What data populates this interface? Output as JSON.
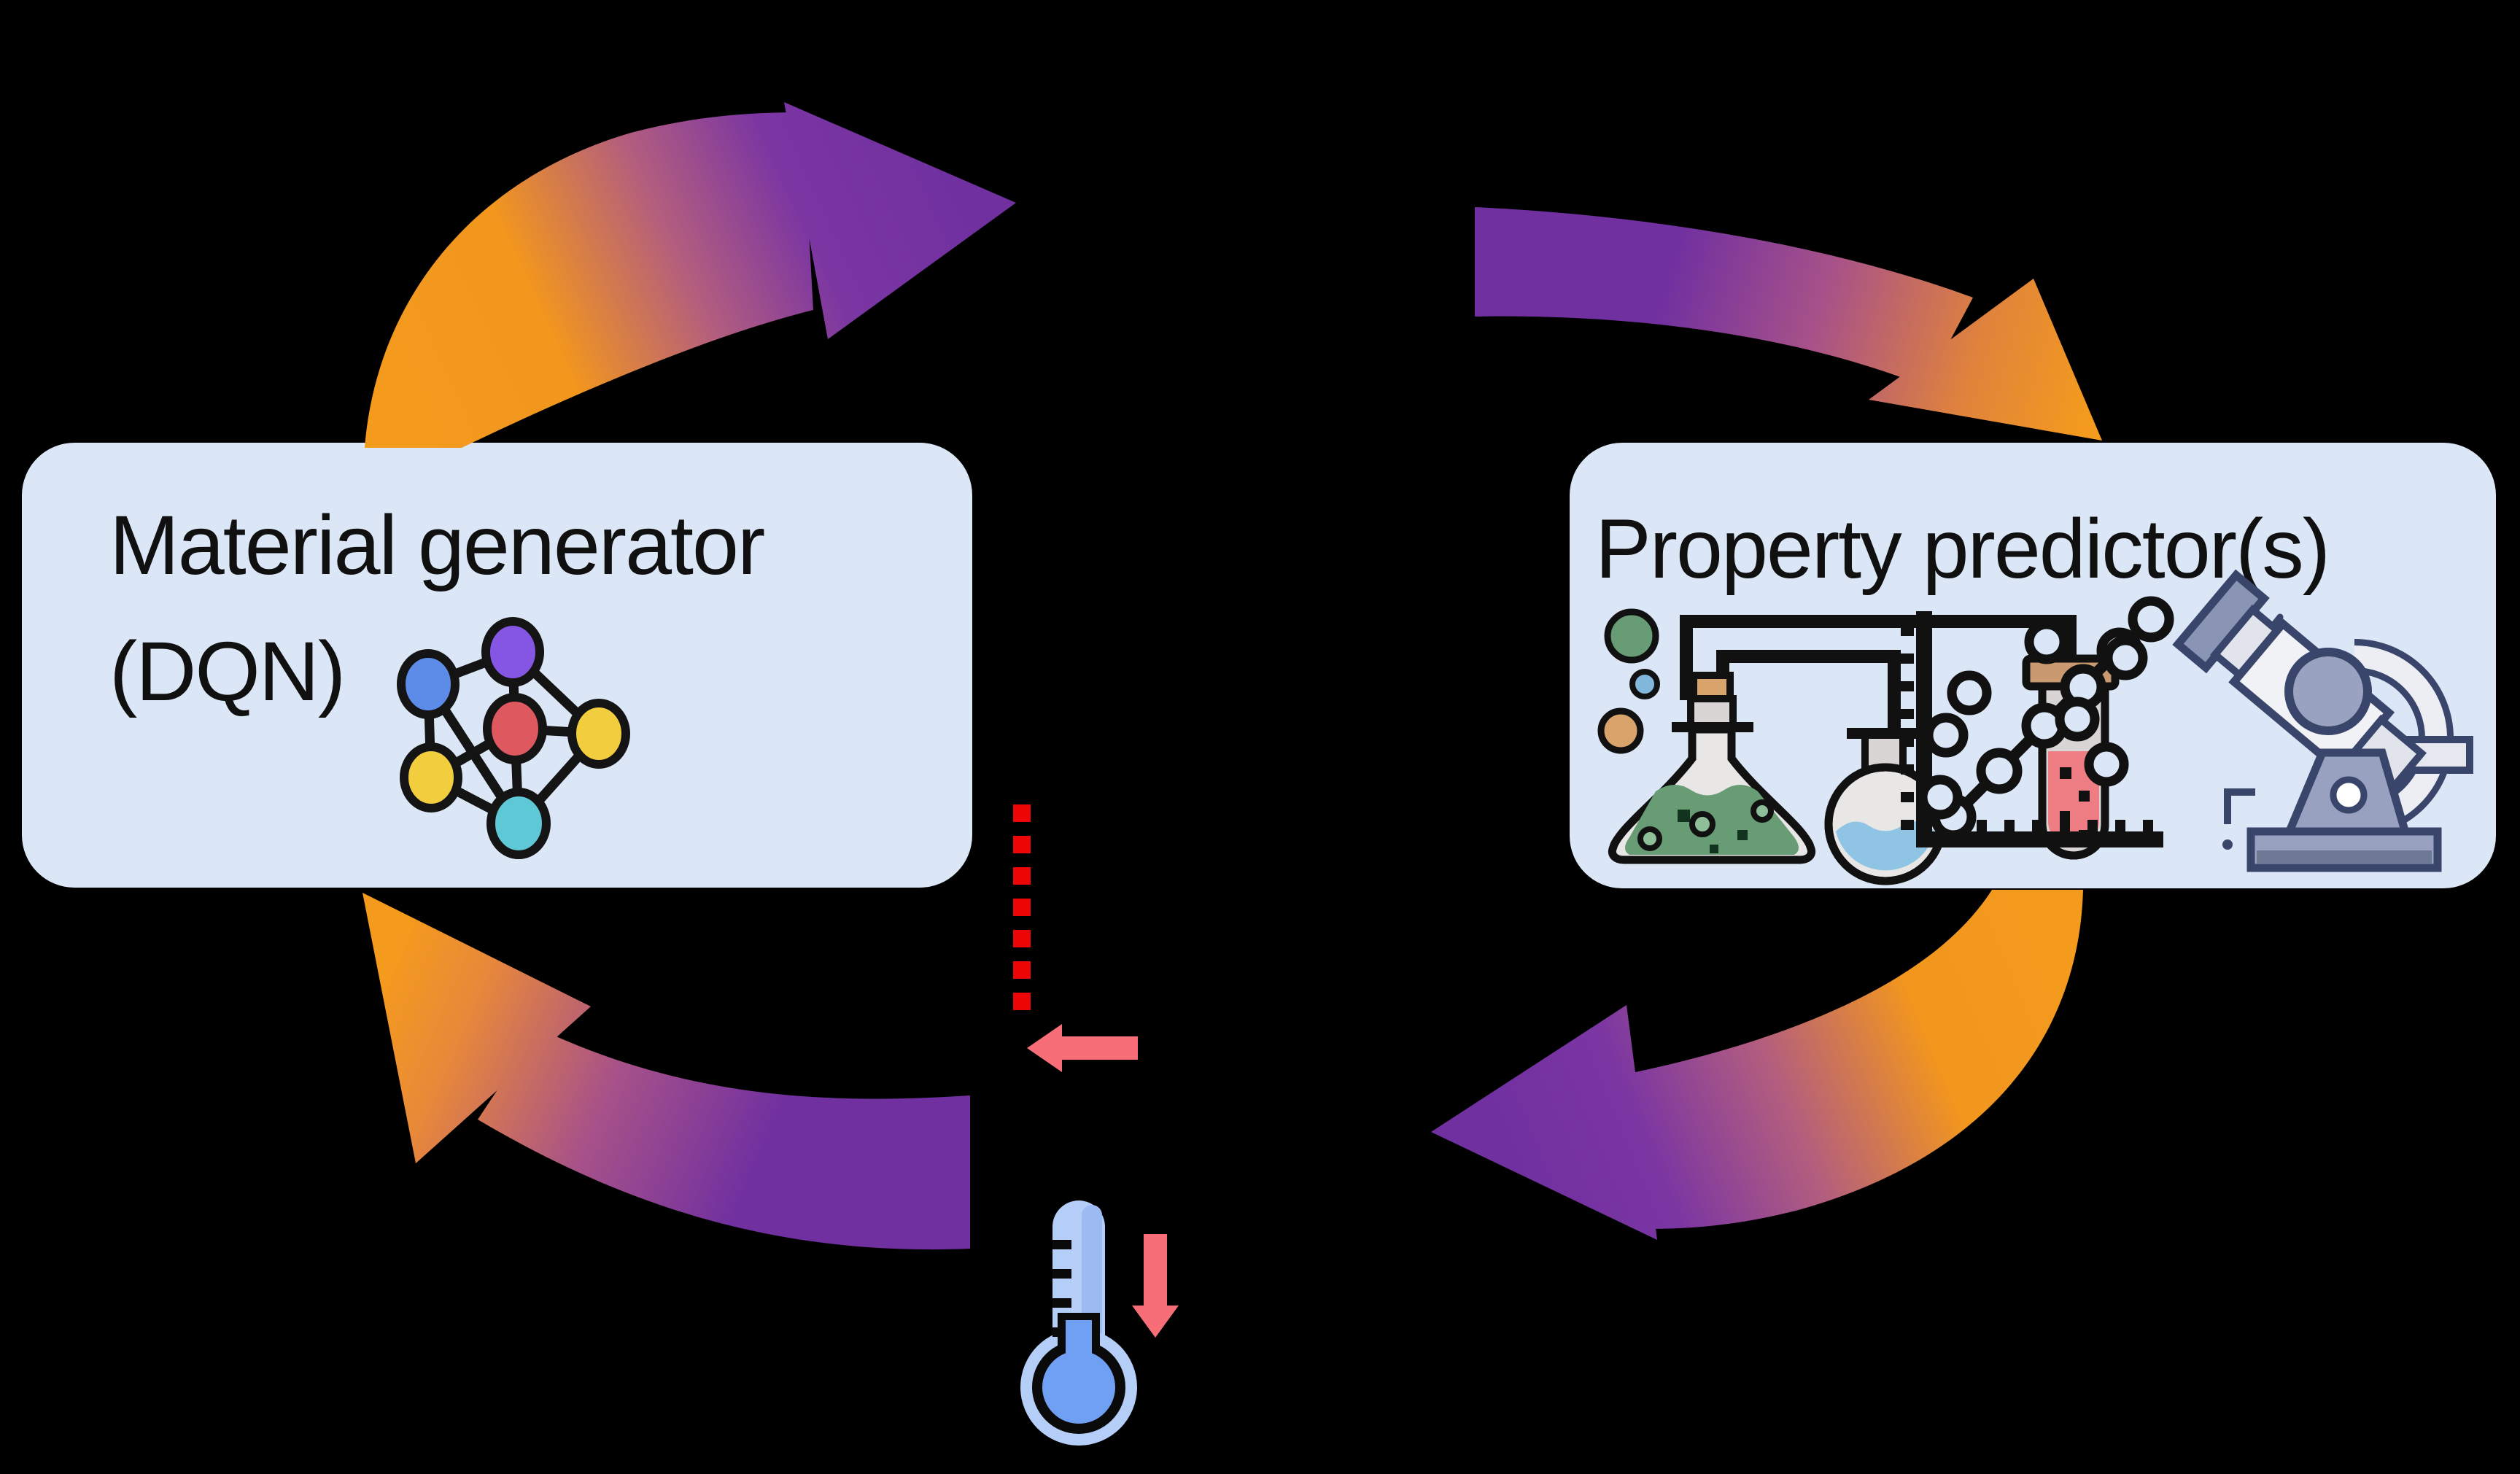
{
  "scene": {
    "background": "#000000",
    "generator_box": {
      "title_line1": "Material generator",
      "title_line2": "(DQN)",
      "fill": "#dbe7f6",
      "text_color": "#101010"
    },
    "predictor_box": {
      "title": "Property predictor(s)",
      "fill": "#dbe7f6",
      "text_color": "#101010"
    },
    "cycle_arrows": {
      "count": 4,
      "gradient_orange": "#F49B1D",
      "gradient_purple": "#7030A0"
    },
    "feedback": {
      "dashed_line_color": "#EE0505",
      "reward_arrow_color": "#F76E79",
      "temperature_arrow_color": "#F76E79"
    },
    "icons": {
      "neural_network_node_colors": [
        "#8456E3",
        "#5D8CE8",
        "#DE5860",
        "#F2CE3E",
        "#F2CE3E",
        "#5FC8D6"
      ],
      "chemistry_set": {
        "erlenmeyer_liquid": "#679C74",
        "round_flask_liquid": "#8FC4E4",
        "test_tube_liquid": "#EE7E84",
        "cork": "#D9A46C",
        "glass": "#D8D5D4",
        "outline": "#111111"
      },
      "scatter_plot": {
        "axis_color": "#111111",
        "marker_fill": "#dbe7f6"
      },
      "microscope": {
        "body": "#F1F2F5",
        "accent": "#98A2C0",
        "light": "#E6E8EF",
        "outline": "#39456B"
      },
      "thermometer": {
        "body": "#B4CEF8",
        "shade": "#9DBBF3",
        "mercury": "#6FA0F4",
        "outline": "#0A0A0A"
      }
    }
  }
}
